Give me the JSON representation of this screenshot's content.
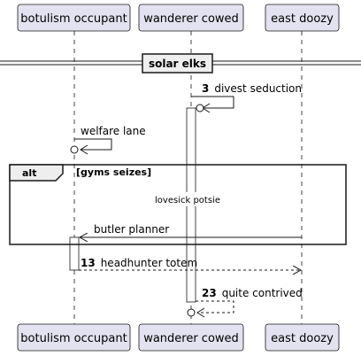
{
  "colors": {
    "participant_fill": "#E2E2F0",
    "participant_border": "#181818",
    "lifeline": "#181818",
    "activation_fill": "#FFFFFF",
    "line": "#181818",
    "background": "#FFFFFF"
  },
  "participants": [
    {
      "id": "p1",
      "label": "botulism occupant"
    },
    {
      "id": "p2",
      "label": "wanderer cowed"
    },
    {
      "id": "p3",
      "label": "east doozy"
    }
  ],
  "divider": {
    "label": "solar elks"
  },
  "messages": [
    {
      "id": "m1",
      "number": "3",
      "text": "divest seduction",
      "from": "p2",
      "to": "p2",
      "style": "solid",
      "head": "open-circle"
    },
    {
      "id": "m2",
      "number": "",
      "text": "welfare lane",
      "from": "p1",
      "to": "p1",
      "style": "solid",
      "head": "open-circle"
    },
    {
      "id": "m3",
      "number": "",
      "text": "butler planner",
      "from": "p3",
      "to": "p1",
      "style": "solid",
      "head": "open"
    },
    {
      "id": "m4",
      "number": "13",
      "text": "headhunter totem",
      "from": "p1",
      "to": "p3",
      "style": "dashed",
      "head": "open"
    },
    {
      "id": "m5",
      "number": "23",
      "text": "quite contrived",
      "from": "p2",
      "to": "p2",
      "style": "dashed",
      "head": "open-circle"
    }
  ],
  "group": {
    "keyword": "alt",
    "condition": "[gyms seizes]"
  },
  "note": {
    "text": "lovesick potsie"
  }
}
